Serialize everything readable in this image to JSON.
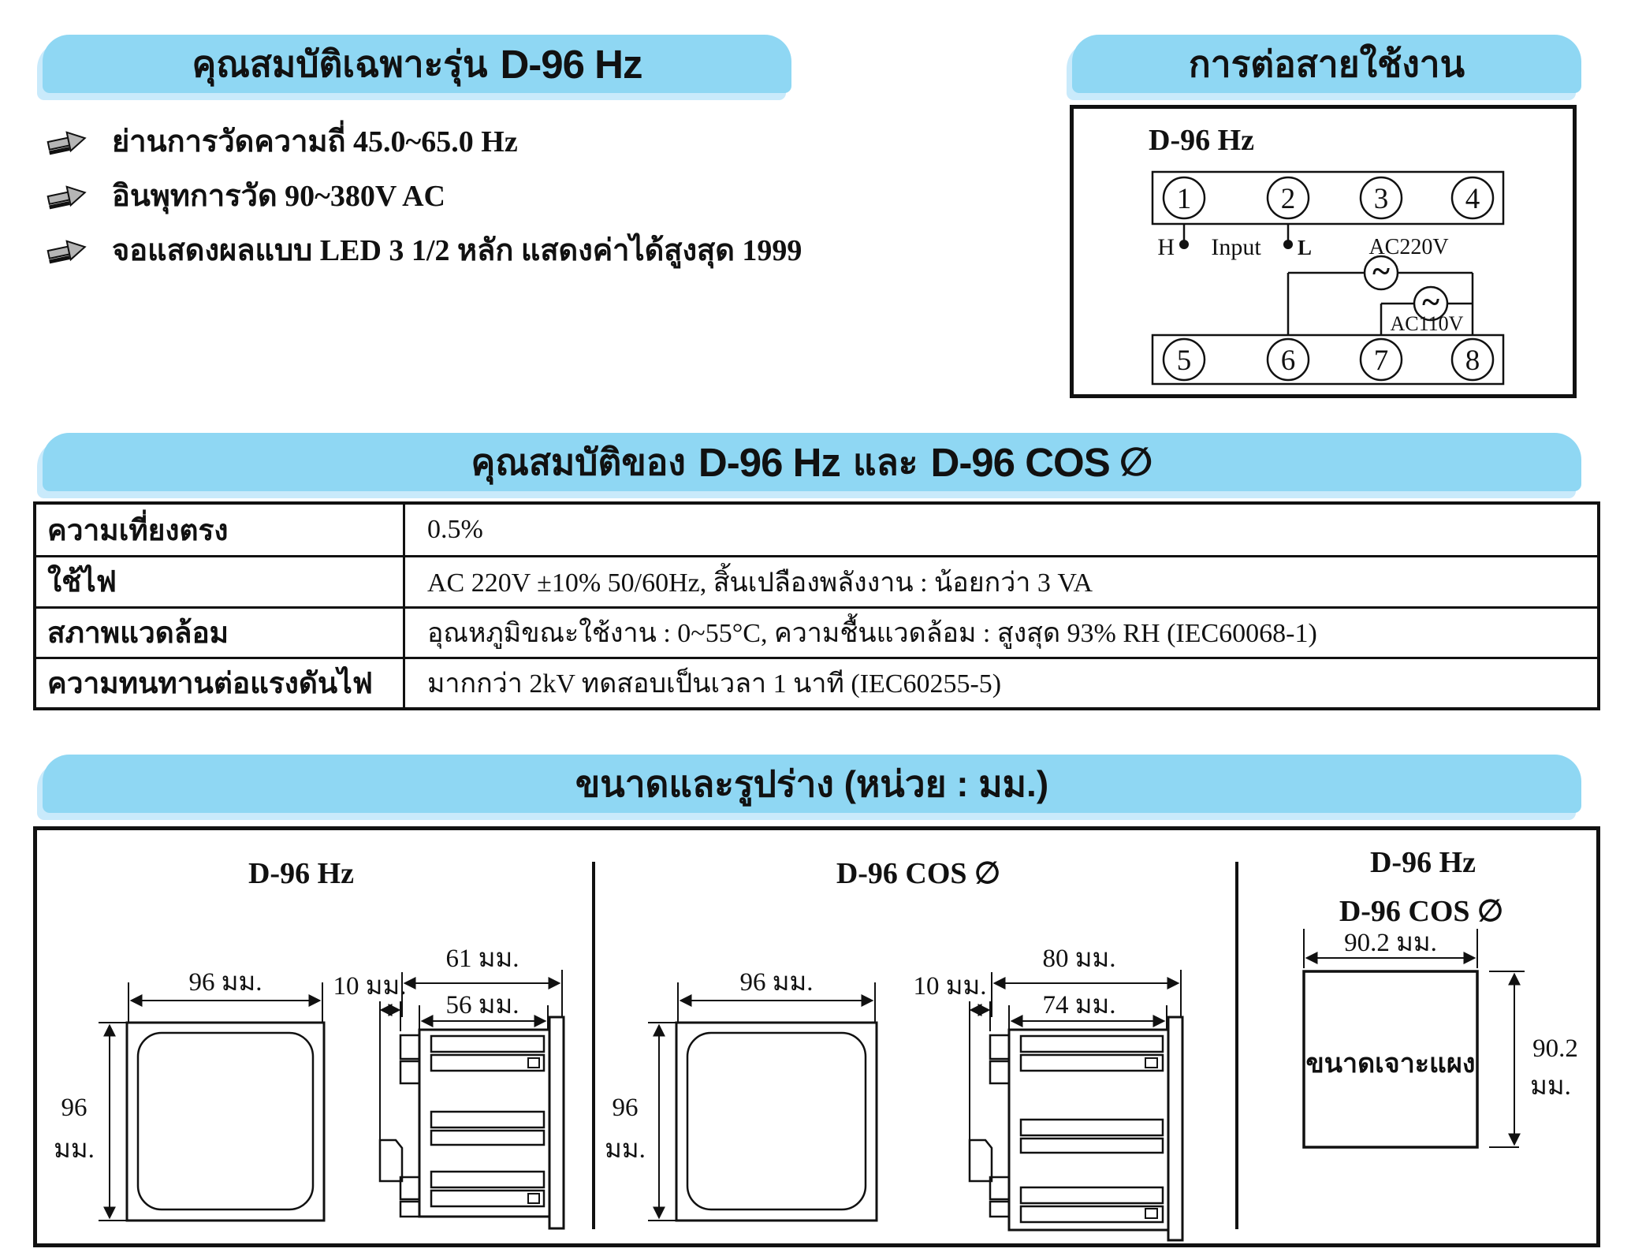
{
  "colors": {
    "banner_blue": "#8FD7F3",
    "banner_shadow": "#C9EAFB",
    "ink": "#111111"
  },
  "icons": {
    "bullet": "arrow-right-icon",
    "ac_source": "ac-sine-icon"
  },
  "features": {
    "title_th": "คุณสมบัติเฉพาะรุ่น",
    "title_model": "D-96 Hz",
    "bullets": [
      "ย่านการวัดความถี่ 45.0~65.0 Hz",
      "อินพุทการวัด 90~380V AC",
      "จอแสดงผลแบบ LED 3 1/2 หลัก แสดงค่าได้สูงสุด 1999"
    ]
  },
  "wiring": {
    "title": "การต่อสายใช้งาน",
    "model": "D-96 Hz",
    "terminals_top": [
      "1",
      "2",
      "3",
      "4"
    ],
    "terminals_bottom": [
      "5",
      "6",
      "7",
      "8"
    ],
    "h_label": "H",
    "input_label": "Input",
    "l_label": "L",
    "ac220_label": "AC220V",
    "ac110_label": "AC110V",
    "sine": "~"
  },
  "specs": {
    "title_prefix": "คุณสมบัติของ",
    "model1": "D-96 Hz",
    "and_word": "และ",
    "model2": "D-96 COS",
    "phi": "∅",
    "rows": [
      {
        "label": "ความเที่ยงตรง",
        "value": "0.5%"
      },
      {
        "label": "ใช้ไฟ",
        "value": "AC 220V ±10% 50/60Hz, สิ้นเปลืองพลังงาน : น้อยกว่า 3 VA"
      },
      {
        "label": "สภาพแวดล้อม",
        "value": "อุณหภูมิขณะใช้งาน : 0~55°C, ความชื้นแวดล้อม : สูงสุด 93% RH (IEC60068-1)"
      },
      {
        "label": "ความทนทานต่อแรงดันไฟ",
        "value": "มากกว่า 2kV ทดสอบเป็นเวลา 1 นาที (IEC60255-5)"
      }
    ]
  },
  "dims": {
    "title": "ขนาดและรูปร่าง (หน่วย : มม.)",
    "left": {
      "model": "D-96 Hz",
      "width_label": "96 มม.",
      "height_line1": "96",
      "height_line2": "มม.",
      "gap_label": "10 มม.",
      "depth_outer": "61 มม.",
      "depth_inner": "56 มม."
    },
    "middle": {
      "model": "D-96 COS ∅",
      "width_label": "96 มม.",
      "height_line1": "96",
      "height_line2": "มม.",
      "gap_label": "10 มม.",
      "depth_outer": "80 มม.",
      "depth_inner": "74 มม."
    },
    "right": {
      "model_1": "D-96 Hz",
      "model_2": "D-96 COS ∅",
      "cutout_width": "90.2 มม.",
      "cutout_height_line1": "90.2",
      "cutout_height_line2": "มม.",
      "cutout_label": "ขนาดเจาะแผง"
    }
  }
}
